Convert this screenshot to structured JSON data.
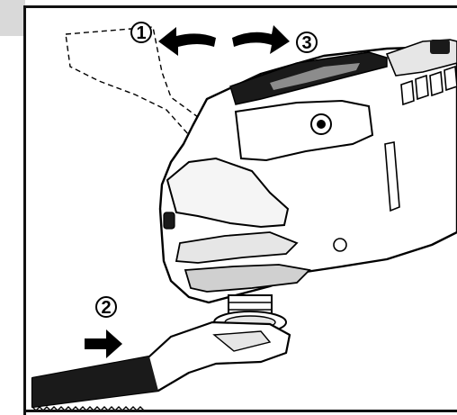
{
  "figure": {
    "step_labels": [
      {
        "number": "1",
        "meaning": "rotate-blade-counterclockwise"
      },
      {
        "number": "2",
        "meaning": "insert-blade"
      },
      {
        "number": "3",
        "meaning": "rotate-blade-clockwise"
      }
    ]
  },
  "colors": {
    "line": "#000000",
    "tool_body": "#ffffff",
    "tool_shade": "#e6e6e6",
    "tool_dark": "#1a1a1a",
    "margin_tab": "#d9d9d9"
  }
}
